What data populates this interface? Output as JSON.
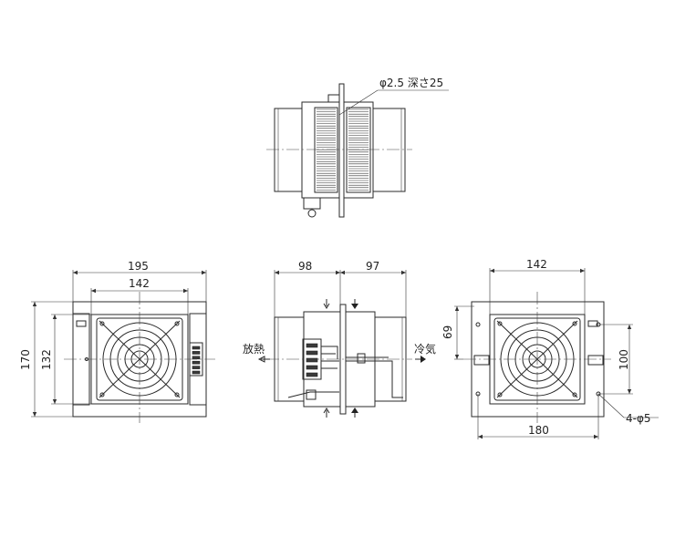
{
  "annotations": {
    "hole_callout": "φ2.5 深さ25",
    "width_195": "195",
    "width_142_front": "142",
    "height_170": "170",
    "height_132": "132",
    "depth_98": "98",
    "depth_97": "97",
    "label_heat": "放熱",
    "label_cool": "冷気",
    "width_142_back": "142",
    "height_69": "69",
    "height_100": "100",
    "width_180": "180",
    "holes_callout": "4-φ5"
  }
}
